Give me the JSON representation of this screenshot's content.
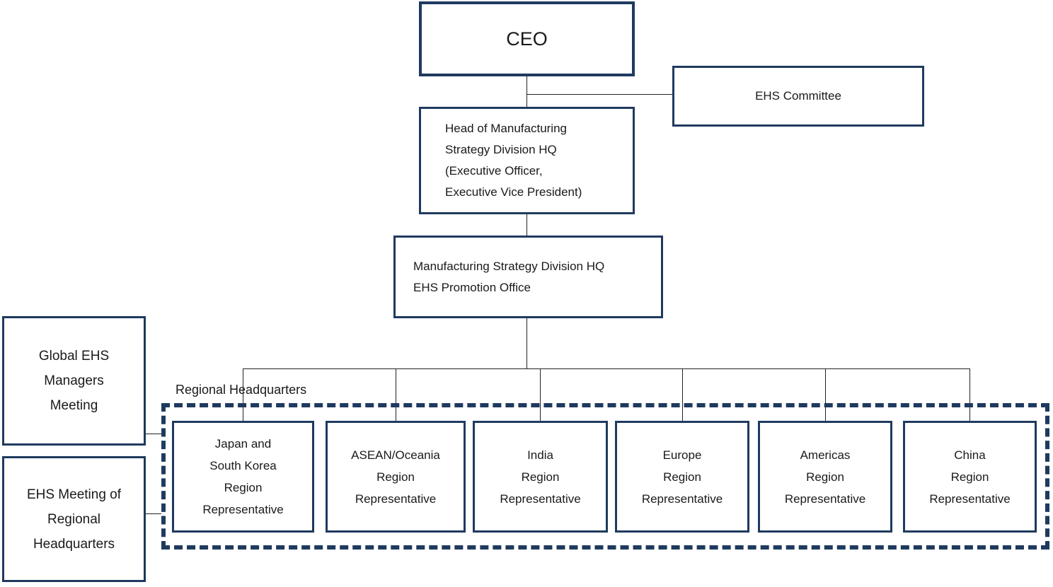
{
  "colors": {
    "box_border": "#1f3a5f",
    "dashed_group_border": "#1f3a5f",
    "text": "#1a1a1a",
    "connector_line": "#222222",
    "background": "#ffffff"
  },
  "nodes": {
    "ceo": {
      "label": "CEO"
    },
    "ehs_committee": {
      "label": "EHS Committee"
    },
    "head_of_manufacturing": {
      "label": [
        "Head of Manufacturing",
        "Strategy Division HQ",
        "(Executive Officer,",
        "Executive Vice President)"
      ]
    },
    "ehs_promotion_office": {
      "label": [
        "Manufacturing Strategy Division HQ",
        "EHS Promotion Office"
      ]
    },
    "global_ehs_managers_meeting": {
      "label": [
        "Global EHS",
        "Managers",
        "Meeting"
      ]
    },
    "ehs_meeting_regional_hq": {
      "label": [
        "EHS Meeting of",
        "Regional",
        "Headquarters"
      ]
    },
    "regional_headquarters_group": {
      "label": "Regional Headquarters"
    },
    "regions": [
      {
        "name": "japan-south-korea",
        "label": [
          "Japan and",
          "South Korea",
          "Region",
          "Representative"
        ]
      },
      {
        "name": "asean-oceania",
        "label": [
          "ASEAN/Oceania",
          "Region",
          "Representative"
        ]
      },
      {
        "name": "india",
        "label": [
          "India",
          "Region",
          "Representative"
        ]
      },
      {
        "name": "europe",
        "label": [
          "Europe",
          "Region",
          "Representative"
        ]
      },
      {
        "name": "americas",
        "label": [
          "Americas",
          "Region",
          "Representative"
        ]
      },
      {
        "name": "china",
        "label": [
          "China",
          "Region",
          "Representative"
        ]
      }
    ]
  }
}
